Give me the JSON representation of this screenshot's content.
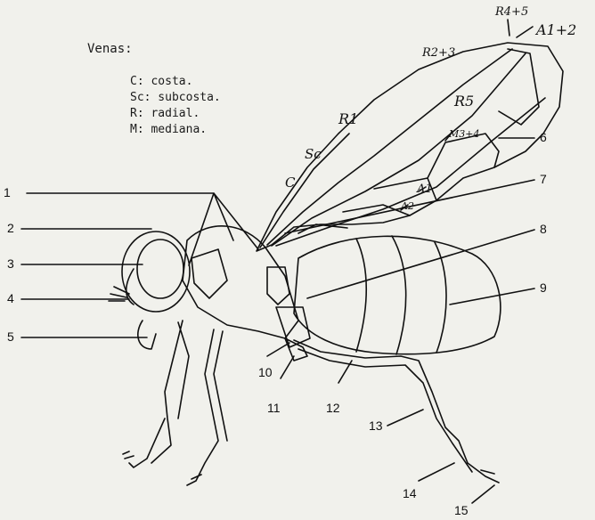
{
  "legend": {
    "title": "Venas:",
    "items": [
      "C: costa.",
      "Sc: subcosta.",
      "R: radial.",
      "M: mediana."
    ]
  },
  "vein_labels": {
    "r45": "R4+5",
    "a12": "A1+2",
    "r23": "R2+3",
    "r5": "R5",
    "r1": "R1",
    "m34": "M3+4",
    "sc": "Sc",
    "c": "C",
    "a1": "A1",
    "a2": "A2"
  },
  "callouts": [
    "1",
    "2",
    "3",
    "4",
    "5",
    "6",
    "7",
    "8",
    "9",
    "10",
    "11",
    "12",
    "13",
    "14",
    "15"
  ]
}
